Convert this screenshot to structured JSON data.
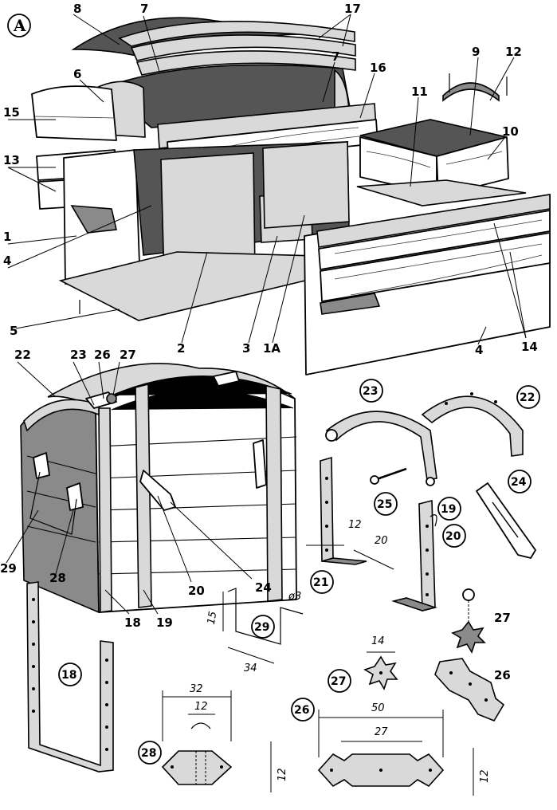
{
  "figure_marker": "A",
  "part_labels": {
    "p1": "1",
    "p1a": "1A",
    "p2": "2",
    "p3": "3",
    "p4a": "4",
    "p4b": "4",
    "p5": "5",
    "p6": "6",
    "p7a": "7",
    "p7b": "7",
    "p8": "8",
    "p9": "9",
    "p10": "10",
    "p11": "11",
    "p12": "12",
    "p13": "13",
    "p14": "14",
    "p15": "15",
    "p16": "16",
    "p17": "17",
    "p18": "18",
    "p19": "19",
    "p20": "20",
    "p22": "22",
    "p23": "23",
    "p24": "24",
    "p26": "26",
    "p27": "27",
    "p28": "28",
    "p29": "29"
  },
  "detail_labels": {
    "d18": "18",
    "d19": "19",
    "d20": "20",
    "d21": "21",
    "d22": "22",
    "d23": "23",
    "d24": "24",
    "d25": "25",
    "d26": "26",
    "d27a": "27",
    "d27b": "27",
    "d28": "28",
    "d29": "29"
  },
  "dimensions": {
    "bracket_w": "12",
    "bracket_d": "20",
    "handle_h": "15",
    "handle_w": "34",
    "handle_dia": "ø3",
    "star": "14",
    "plate28_w": "32",
    "plate28_in": "12",
    "plate28_h": "12",
    "plate26_w": "50",
    "plate26_in": "27",
    "plate26_h": "12"
  },
  "colors": {
    "ink": "#000000",
    "shade_dark": "#555555",
    "shade_mid": "#8a8a8a",
    "shade_light": "#d9d9d9"
  }
}
